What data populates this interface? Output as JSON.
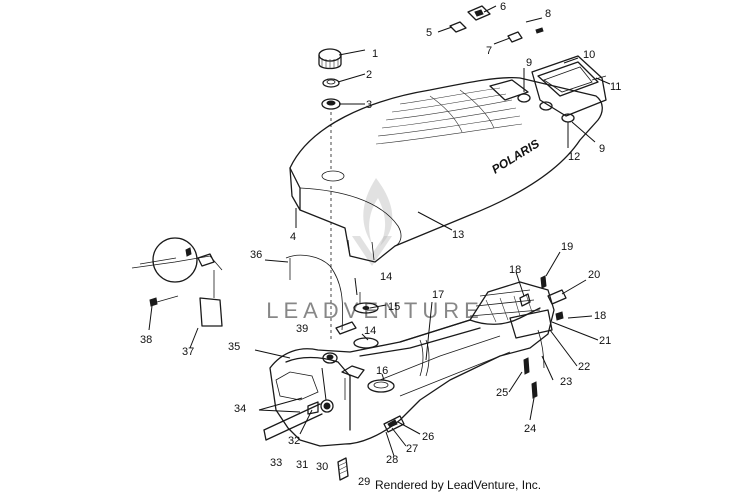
{
  "colors": {
    "ink": "#1a1a1a",
    "background": "#ffffff",
    "watermark": "#bdbdbd"
  },
  "seat": {
    "brand": "POLARIS"
  },
  "watermark": {
    "text": "LEADVENTURE"
  },
  "footer": {
    "credit": "Rendered by LeadVenture, Inc."
  },
  "callouts": [
    {
      "num": "1"
    },
    {
      "num": "2"
    },
    {
      "num": "3"
    },
    {
      "num": "4"
    },
    {
      "num": "5"
    },
    {
      "num": "6"
    },
    {
      "num": "7"
    },
    {
      "num": "8"
    },
    {
      "num": "9"
    },
    {
      "num": "10"
    },
    {
      "num": "11"
    },
    {
      "num": "12"
    },
    {
      "num": "9"
    },
    {
      "num": "13"
    },
    {
      "num": "14"
    },
    {
      "num": "15"
    },
    {
      "num": "14"
    },
    {
      "num": "16"
    },
    {
      "num": "17"
    },
    {
      "num": "18"
    },
    {
      "num": "19"
    },
    {
      "num": "20"
    },
    {
      "num": "18"
    },
    {
      "num": "21"
    },
    {
      "num": "22"
    },
    {
      "num": "23"
    },
    {
      "num": "24"
    },
    {
      "num": "25"
    },
    {
      "num": "26"
    },
    {
      "num": "27"
    },
    {
      "num": "28"
    },
    {
      "num": "29"
    },
    {
      "num": "30"
    },
    {
      "num": "31"
    },
    {
      "num": "32"
    },
    {
      "num": "33"
    },
    {
      "num": "34"
    },
    {
      "num": "35"
    },
    {
      "num": "36"
    },
    {
      "num": "37"
    },
    {
      "num": "38"
    },
    {
      "num": "39"
    }
  ]
}
